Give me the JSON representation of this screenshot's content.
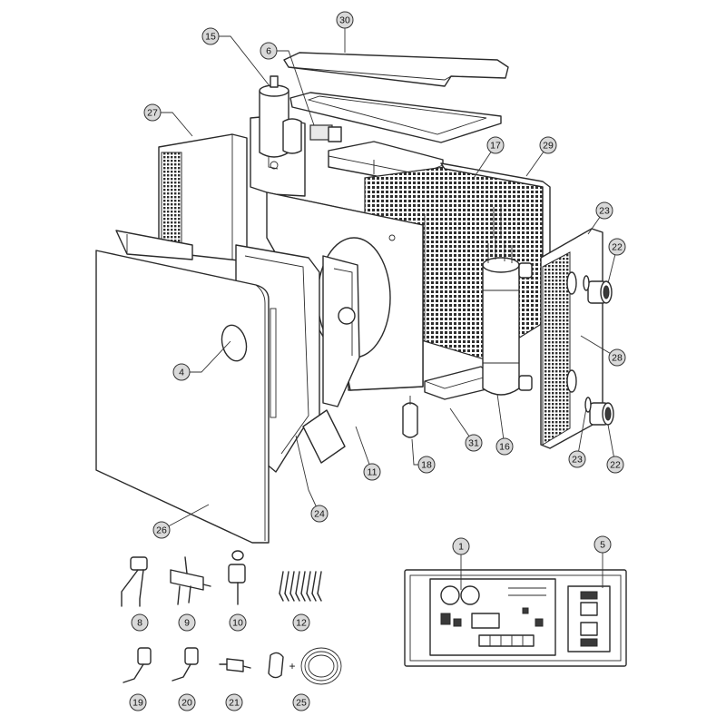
{
  "diagram": {
    "callouts": [
      {
        "key": "c30",
        "label": "30"
      },
      {
        "key": "c15",
        "label": "15"
      },
      {
        "key": "c6",
        "label": "6"
      },
      {
        "key": "c27",
        "label": "27"
      },
      {
        "key": "c17",
        "label": "17"
      },
      {
        "key": "c29",
        "label": "29"
      },
      {
        "key": "c23a",
        "label": "23"
      },
      {
        "key": "c22a",
        "label": "22"
      },
      {
        "key": "c4",
        "label": "4"
      },
      {
        "key": "c28",
        "label": "28"
      },
      {
        "key": "c23b",
        "label": "23"
      },
      {
        "key": "c22b",
        "label": "22"
      },
      {
        "key": "c16",
        "label": "16"
      },
      {
        "key": "c31",
        "label": "31"
      },
      {
        "key": "c18",
        "label": "18"
      },
      {
        "key": "c11",
        "label": "11"
      },
      {
        "key": "c24",
        "label": "24"
      },
      {
        "key": "c26",
        "label": "26"
      },
      {
        "key": "c1",
        "label": "1"
      },
      {
        "key": "c5",
        "label": "5"
      },
      {
        "key": "c8",
        "label": "8"
      },
      {
        "key": "c9",
        "label": "9"
      },
      {
        "key": "c10",
        "label": "10"
      },
      {
        "key": "c12",
        "label": "12"
      },
      {
        "key": "c19",
        "label": "19"
      },
      {
        "key": "c20",
        "label": "20"
      },
      {
        "key": "c21",
        "label": "21"
      },
      {
        "key": "c25",
        "label": "25"
      }
    ],
    "plus_sign": "+"
  }
}
